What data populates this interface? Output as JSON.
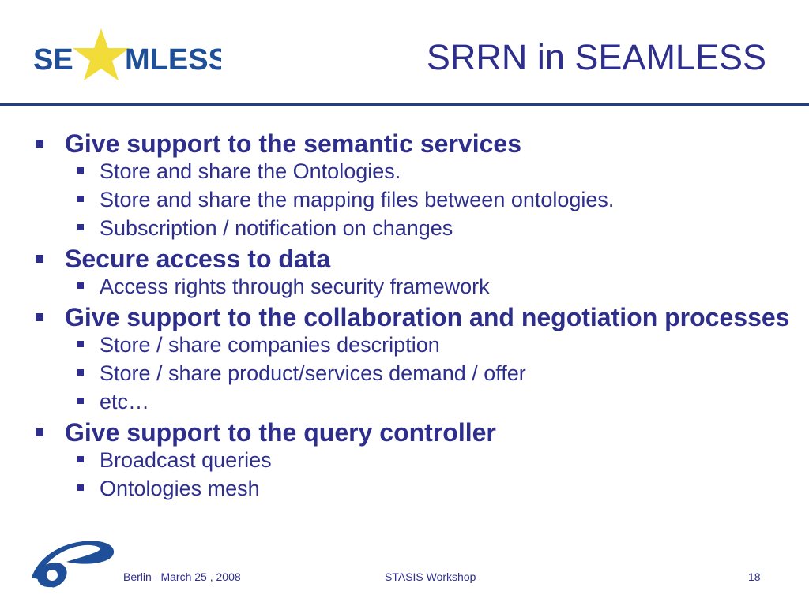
{
  "header": {
    "logo_text": "SEAMLESS",
    "title": "SRRN in SEAMLESS"
  },
  "colors": {
    "text": "#2e2e8c",
    "rule": "#1f3f80",
    "logo_blue": "#1f4f98",
    "logo_star": "#f2dc3a"
  },
  "sections": [
    {
      "heading": "Give support to the semantic services",
      "items": [
        "Store and share the Ontologies.",
        "Store and share the mapping files between ontologies.",
        "Subscription / notification on changes"
      ]
    },
    {
      "heading": "Secure access to data",
      "items": [
        "Access rights through security framework"
      ]
    },
    {
      "heading": "Give support to the collaboration and negotiation processes",
      "items": [
        "Store / share companies description",
        "Store / share product/services demand / offer",
        "etc…"
      ]
    },
    {
      "heading": "Give support to the query controller",
      "items": [
        "Broadcast queries",
        "Ontologies mesh"
      ]
    }
  ],
  "footer": {
    "left": "Berlin– March 25 , 2008",
    "center": "STASIS Workshop",
    "page": "18",
    "logo_icon": "fp6-logo-icon"
  }
}
